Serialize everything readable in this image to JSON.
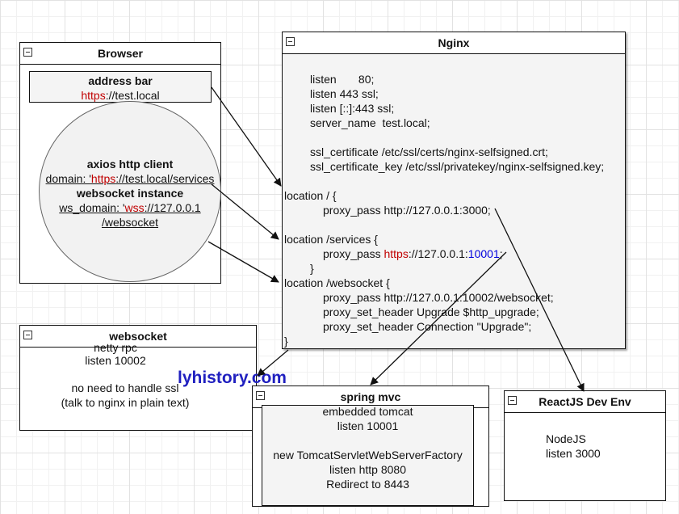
{
  "browser": {
    "title": "Browser",
    "address_bar_title": "address bar",
    "address_scheme": "https",
    "address_rest": "://test.local",
    "axios_title": "axios http client",
    "domain_prefix": "domain: '",
    "domain_scheme": "https",
    "domain_rest": "://test.local/services",
    "ws_title": "websocket instance",
    "ws_prefix": "ws_domain: '",
    "ws_scheme": "wss",
    "ws_rest": "://127.0.0.1",
    "ws_path": "/websocket"
  },
  "nginx": {
    "title": "Nginx",
    "listen80": "listen       80;",
    "listen443": "listen 443 ssl;",
    "listen_ipv6": "listen [::]:443 ssl;",
    "server_name": "server_name  test.local;",
    "ssl_cert": "ssl_certificate /etc/ssl/certs/nginx-selfsigned.crt;",
    "ssl_key": "ssl_certificate_key /etc/ssl/privatekey/nginx-selfsigned.key;",
    "loc_root": "location / {",
    "proxy_root": "proxy_pass http://127.0.0.1:3000;",
    "loc_services": "location /services {",
    "proxy_services_pre": "proxy_pass ",
    "proxy_services_scheme": "https",
    "proxy_services_host": "://127.0.0.1:",
    "proxy_services_port": "10001",
    "proxy_services_end": ";",
    "close_brace": "}",
    "loc_websocket": "location /websocket {",
    "proxy_ws": "proxy_pass http://127.0.0.1:10002/websocket;",
    "header_upgrade": "proxy_set_header Upgrade $http_upgrade;",
    "header_connection": "proxy_set_header Connection \"Upgrade\";",
    "final_brace": "}"
  },
  "websocket": {
    "title": "websocket",
    "line1": "netty rpc",
    "line2": "listen 10002",
    "line3": "no need to handle ssl",
    "line4": "(talk to nginx in plain text)"
  },
  "spring": {
    "title": "spring mvc",
    "line1": "embedded tomcat",
    "line2": "listen 10001",
    "line3": "new TomcatServletWebServerFactory",
    "line4": "listen http 8080",
    "line5": "Redirect to 8443"
  },
  "react": {
    "title": "ReactJS Dev Env",
    "line1": "NodeJS",
    "line2": "listen 3000"
  },
  "watermark": "lyhistory.com",
  "colors": {
    "https_red": "#c00000",
    "port_blue": "#0000dd",
    "watermark": "#2020c0"
  }
}
